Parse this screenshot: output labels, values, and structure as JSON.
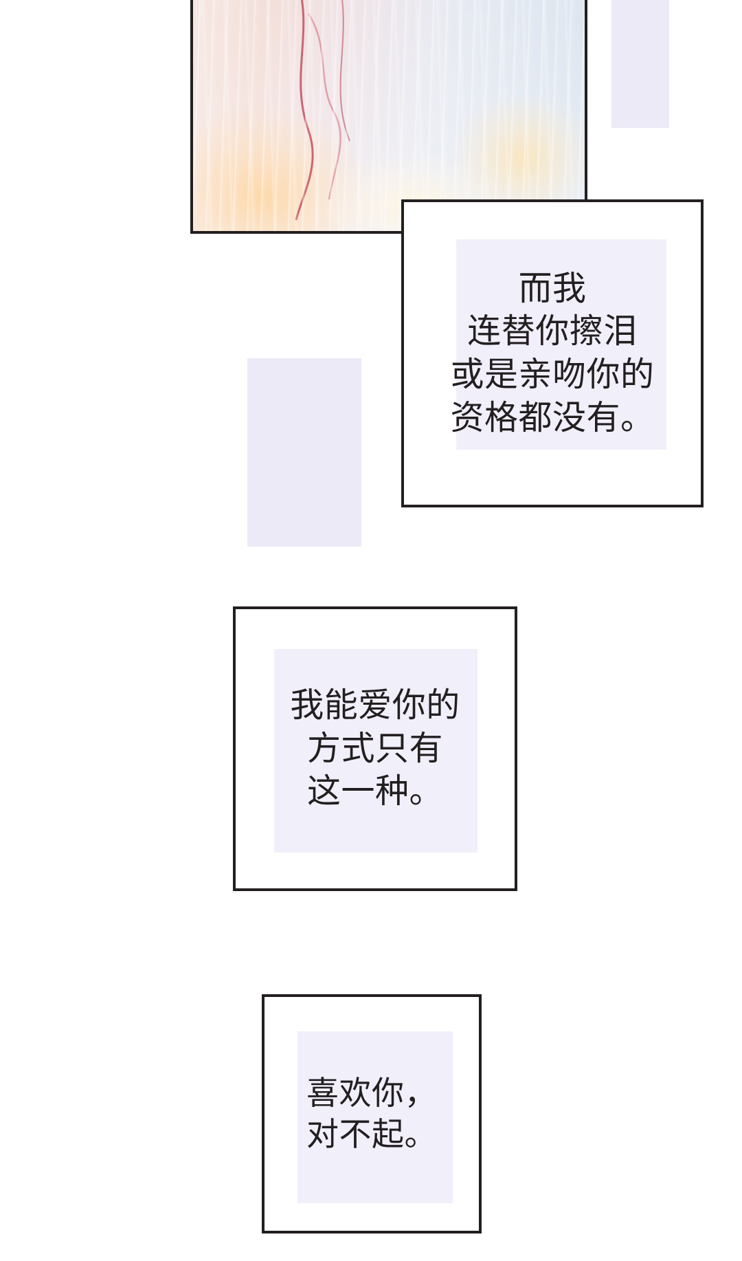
{
  "page": {
    "type": "webtoon-comic-panel",
    "background_color": "#ffffff",
    "ink_color": "#231f20",
    "highlight_color": "#f1effa",
    "accent_color": "#eceaf6"
  },
  "artwork": {
    "alt": "rainy scene with warm light and a thin red ribbon",
    "caption": ""
  },
  "captions": [
    {
      "id": "caption-1",
      "text": "而我\n连替你擦泪\n或是亲吻你的\n资格都没有。"
    },
    {
      "id": "caption-2",
      "text": "我能爱你的\n方式只有\n这一种。"
    },
    {
      "id": "caption-3",
      "text": "喜欢你，\n对不起。"
    }
  ],
  "accents": [
    {
      "id": "accent-top-right",
      "label": ""
    },
    {
      "id": "accent-mid-left",
      "label": ""
    },
    {
      "id": "accent-box1-tab",
      "label": ""
    }
  ]
}
